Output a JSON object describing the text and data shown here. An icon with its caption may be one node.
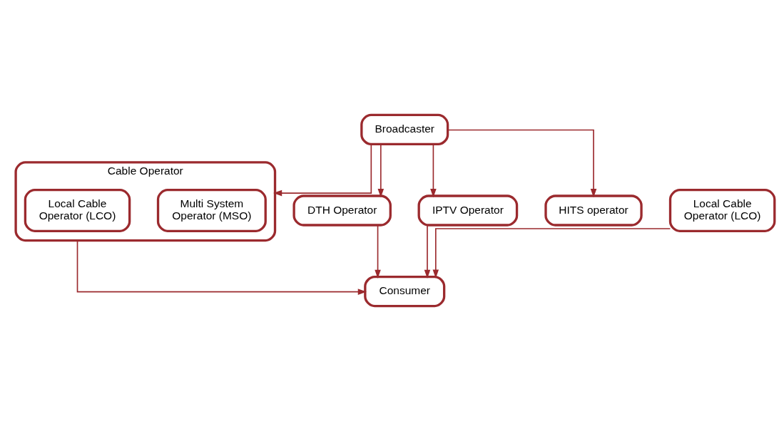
{
  "diagram": {
    "nodes": [
      {
        "text": [
          "Broadcaster"
        ]
      },
      {
        "text": [
          "Cable Operator"
        ]
      },
      {
        "text": [
          "Multi System Operator (MSO)"
        ],
        "in": 1
      },
      {
        "text": [
          "Local Cable Operator (LCO)"
        ],
        "in": 1
      },
      {
        "text": [
          "DTH Operator"
        ]
      },
      {
        "text": [
          "IPTV Operator"
        ]
      },
      {
        "text": [
          "HITS operator"
        ]
      },
      {
        "text": [
          "Local Cable Operator (LCO)"
        ]
      },
      {
        "text": [
          "Consumer"
        ]
      }
    ],
    "edges": [
      {
        "from": 0,
        "to": 1,
        "arrow": "to"
      },
      {
        "from": 0,
        "to": 4,
        "arrow": "to"
      },
      {
        "from": 0,
        "to": 5,
        "arrow": "to"
      },
      {
        "from": 0,
        "to": 6,
        "arrow": "to"
      },
      {
        "from": 1,
        "to": 8,
        "arrow": "to"
      },
      {
        "from": 4,
        "to": 8,
        "arrow": "to"
      },
      {
        "from": 5,
        "to": 8,
        "arrow": "to"
      },
      {
        "from": 7,
        "to": 8,
        "arrow": "to"
      }
    ]
  }
}
